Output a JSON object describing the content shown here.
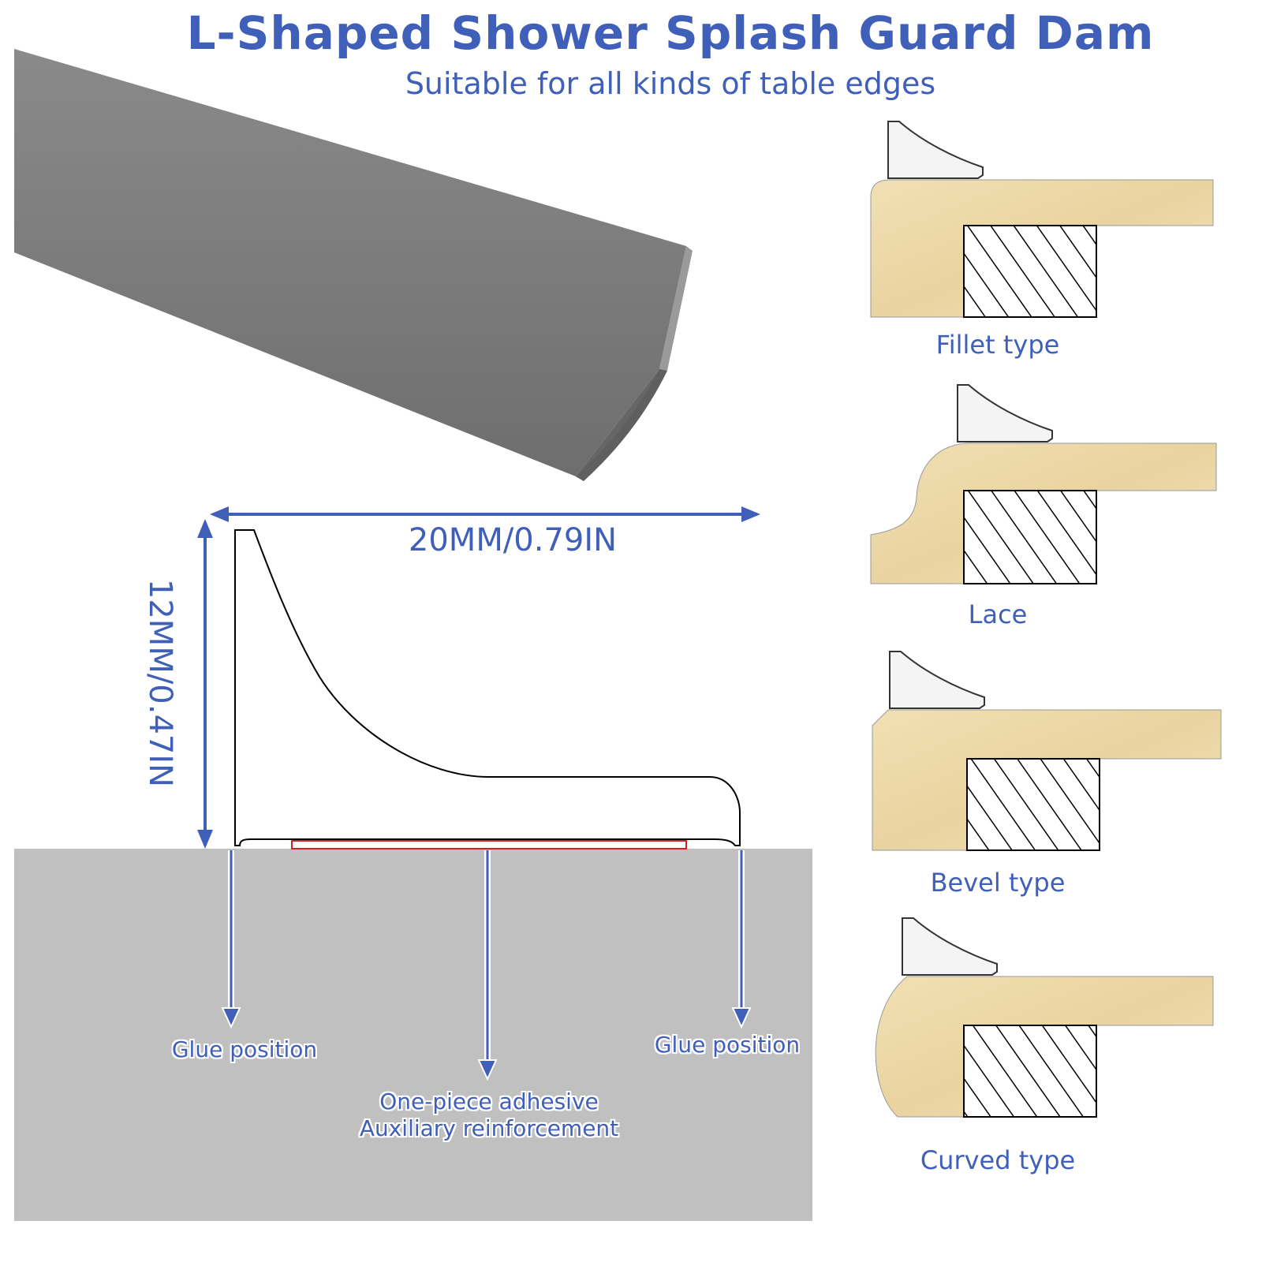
{
  "header": {
    "title": "L-Shaped Shower Splash Guard Dam",
    "subtitle": "Suitable for all kinds of table edges"
  },
  "dimensions": {
    "width_label": "20MM/0.79IN",
    "height_label": "12MM/0.47IN"
  },
  "annotations": {
    "glue_left": "Glue position",
    "glue_right": "Glue position",
    "adhesive_line1": "One-piece adhesive",
    "adhesive_line2": "Auxiliary reinforcement"
  },
  "edge_types": [
    {
      "label": "Fillet type"
    },
    {
      "label": "Lace"
    },
    {
      "label": "Bevel type"
    },
    {
      "label": "Curved type"
    }
  ],
  "colors": {
    "accent_blue": "#3f5fb8",
    "product_gray": "#808080",
    "surface_gray": "#c0c0c0",
    "stone": "#ecd9a8",
    "adhesive_red": "#d42020"
  }
}
